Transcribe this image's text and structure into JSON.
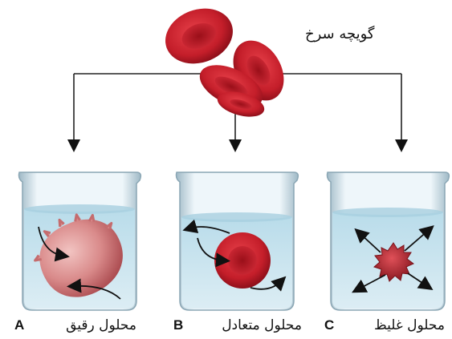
{
  "title": "گویچه سرخ",
  "beakers": [
    {
      "letter": "A",
      "label": "محلول رقیق",
      "state": "hypotonic-swollen"
    },
    {
      "letter": "B",
      "label": "محلول متعادل",
      "state": "isotonic-normal"
    },
    {
      "letter": "C",
      "label": "محلول غلیظ",
      "state": "hypertonic-crenated"
    }
  ],
  "colors": {
    "arrow": "#111111",
    "water": "#cfe7f1",
    "rbc": "#c41e2a",
    "swollen_cell": "#d98a8a"
  }
}
